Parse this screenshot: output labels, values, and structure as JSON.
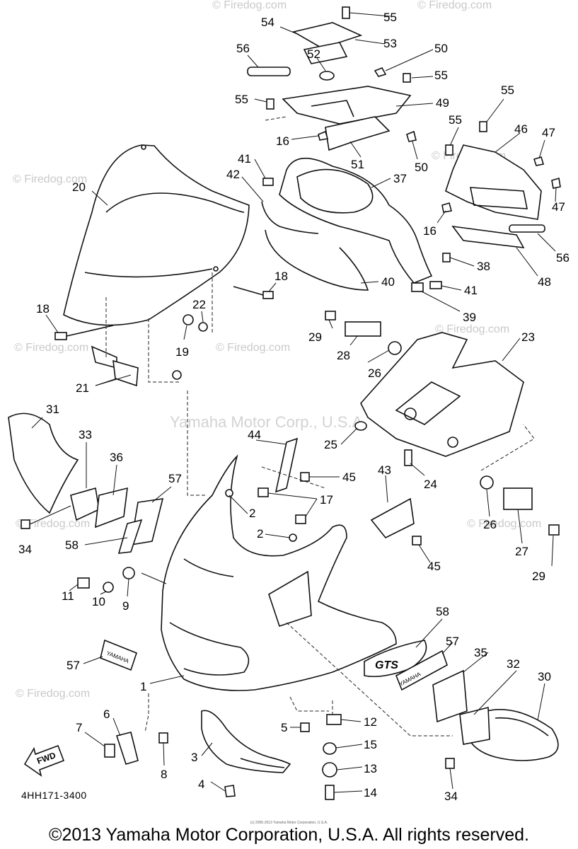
{
  "diagram": {
    "code": "4HH171-3400",
    "watermark": "© Firedog.com",
    "watermark_center": "Yamaha Motor Corp., U.S.A.",
    "tiny_credit": "(c) 2005-2013 Yamaha Motor Corporation, U.S.A.",
    "copyright": "©2013 Yamaha Motor Corporation, U.S.A. All rights reserved.",
    "fwd_label": "FWD",
    "decal_text": "YAMAHA",
    "gts_decal": "GTS",
    "callouts": {
      "c1": "1",
      "c2a": "2",
      "c2b": "2",
      "c3": "3",
      "c4": "4",
      "c5": "5",
      "c6": "6",
      "c7": "7",
      "c8": "8",
      "c9": "9",
      "c10": "10",
      "c11": "11",
      "c12": "12",
      "c13": "13",
      "c14": "14",
      "c15": "15",
      "c16a": "16",
      "c16b": "16",
      "c17": "17",
      "c18a": "18",
      "c18b": "18",
      "c19": "19",
      "c20": "20",
      "c21": "21",
      "c22": "22",
      "c23": "23",
      "c24": "24",
      "c25": "25",
      "c26a": "26",
      "c26b": "26",
      "c27": "27",
      "c28": "28",
      "c29a": "29",
      "c29b": "29",
      "c30": "30",
      "c31": "31",
      "c32": "32",
      "c33": "33",
      "c34a": "34",
      "c34b": "34",
      "c35": "35",
      "c36": "36",
      "c37": "37",
      "c38": "38",
      "c39": "39",
      "c40": "40",
      "c41a": "41",
      "c41b": "41",
      "c42": "42",
      "c43": "43",
      "c44": "44",
      "c45a": "45",
      "c45b": "45",
      "c46": "46",
      "c47a": "47",
      "c47b": "47",
      "c48": "48",
      "c49": "49",
      "c50a": "50",
      "c50b": "50",
      "c51": "51",
      "c52": "52",
      "c53": "53",
      "c54": "54",
      "c55a": "55",
      "c55b": "55",
      "c55c": "55",
      "c55d": "55",
      "c55e": "55",
      "c56a": "56",
      "c56b": "56",
      "c57a": "57",
      "c57b": "57",
      "c57c": "57",
      "c58a": "58",
      "c58b": "58"
    }
  }
}
